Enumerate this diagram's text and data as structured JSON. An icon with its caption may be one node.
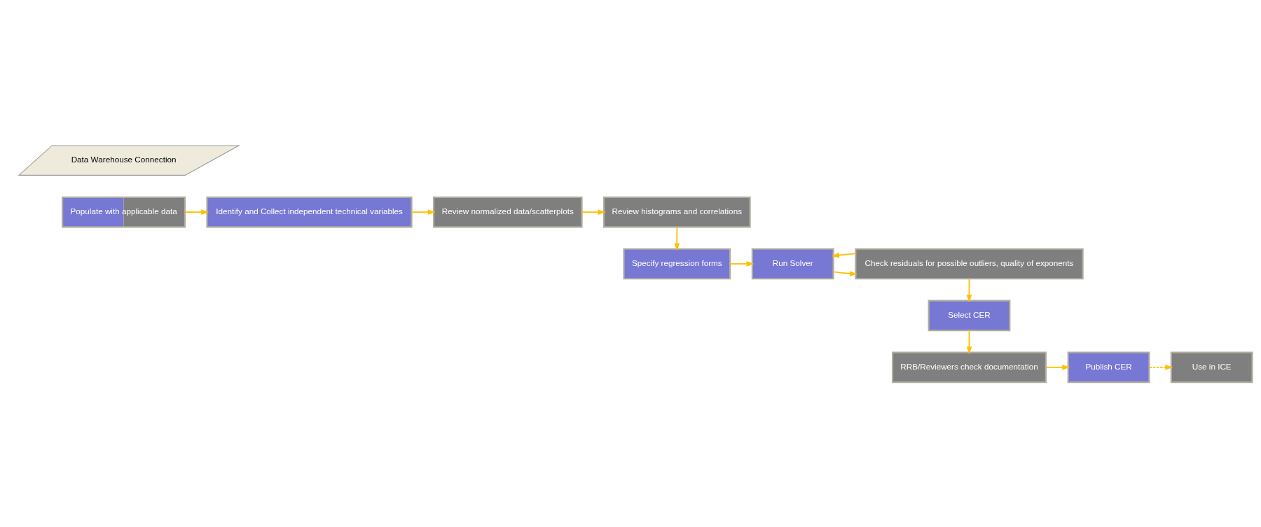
{
  "diagram": {
    "nodes": [
      {
        "text": [
          "Data Warehouse Connection"
        ]
      },
      {
        "text": [
          "Populate with applicable data"
        ]
      },
      {
        "text": [
          "Identify and Collect independent technical variables"
        ]
      },
      {
        "text": [
          "Review normalized data/scatterplots"
        ]
      },
      {
        "text": [
          "Review histograms and correlations"
        ]
      },
      {
        "text": [
          "Specify regression forms"
        ]
      },
      {
        "text": [
          "Run Solver"
        ]
      },
      {
        "text": [
          "Check residuals for possible outliers, quality of exponents"
        ]
      },
      {
        "text": [
          "Select CER"
        ]
      },
      {
        "text": [
          "RRB/Reviewers check documentation"
        ]
      },
      {
        "text": [
          "Publish CER"
        ]
      },
      {
        "text": [
          "Use in ICE"
        ]
      }
    ],
    "edges": [
      {
        "from": 1,
        "to": 2,
        "arrow": "to"
      },
      {
        "from": 2,
        "to": 3,
        "arrow": "to"
      },
      {
        "from": 3,
        "to": 4,
        "arrow": "to"
      },
      {
        "from": 4,
        "to": 5,
        "arrow": "to"
      },
      {
        "from": 5,
        "to": 6,
        "arrow": "to"
      },
      {
        "from": 6,
        "to": 7,
        "arrow": "to"
      },
      {
        "from": 7,
        "to": 6,
        "arrow": "to"
      },
      {
        "from": 7,
        "to": 8,
        "arrow": "to"
      },
      {
        "from": 8,
        "to": 9,
        "arrow": "to"
      },
      {
        "from": 9,
        "to": 10,
        "arrow": "to"
      },
      {
        "from": 10,
        "to": 11,
        "arrow": "to",
        "style": "dashed"
      }
    ]
  }
}
